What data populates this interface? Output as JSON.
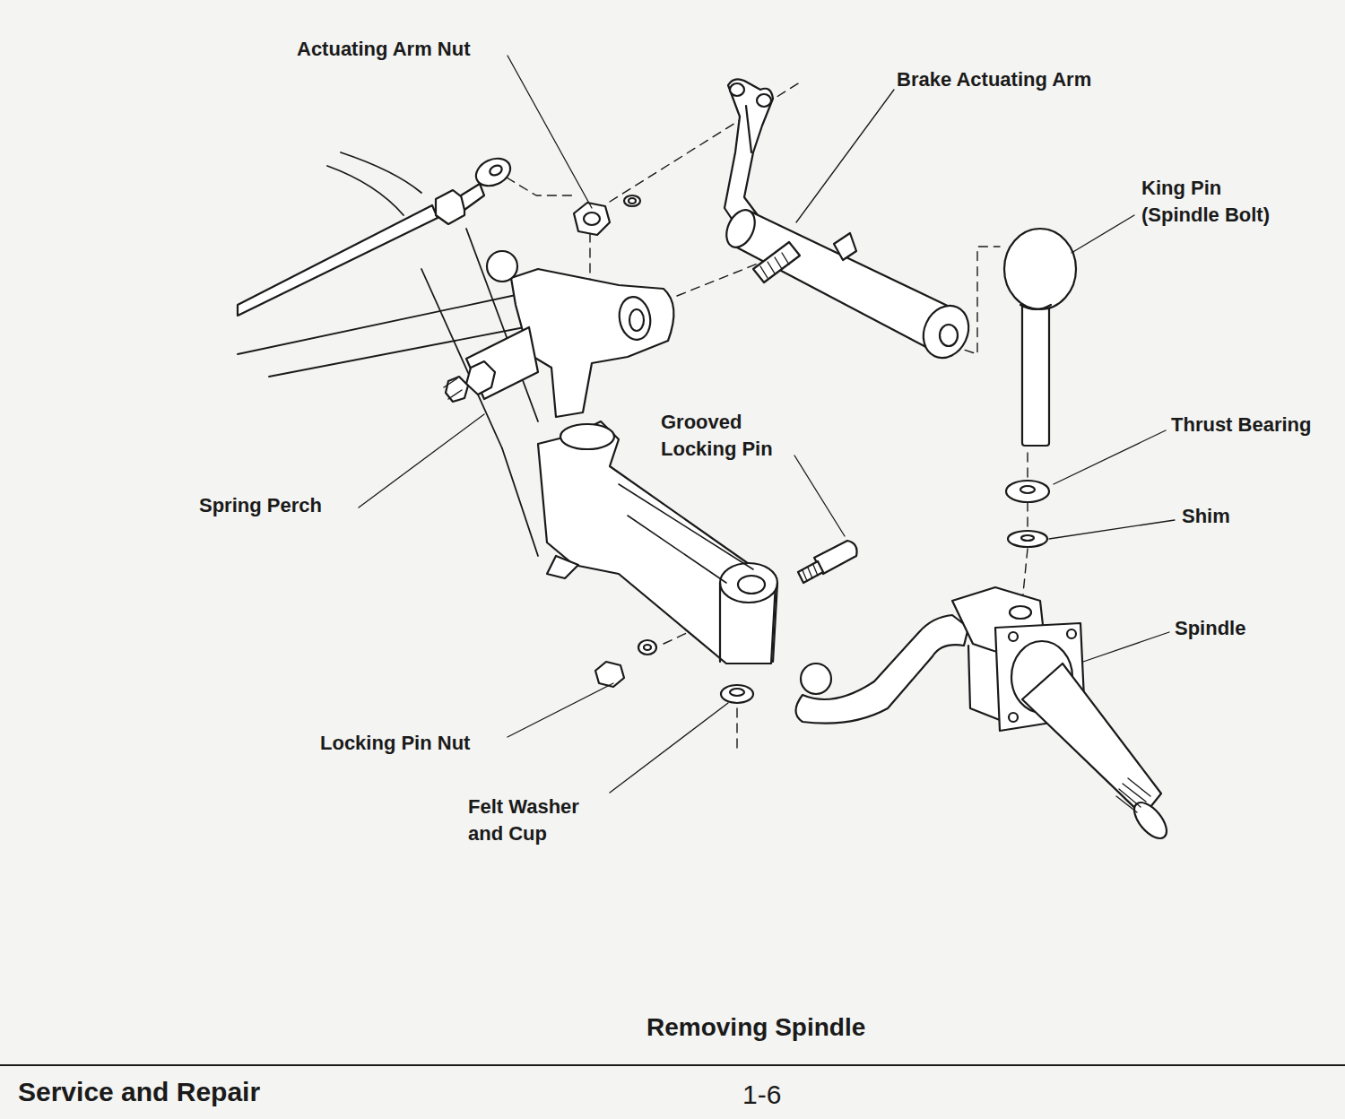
{
  "diagram": {
    "caption": "Removing Spindle",
    "labels": [
      "Actuating Arm Nut",
      "Brake Actuating Arm",
      "King Pin (Spindle Bolt)",
      "Thrust Bearing",
      "Shim",
      "Spindle",
      "Grooved Locking Pin",
      "Spring Perch",
      "Locking Pin Nut",
      "Felt Washer and Cup",
      "Service and Repair",
      "1-6"
    ]
  }
}
